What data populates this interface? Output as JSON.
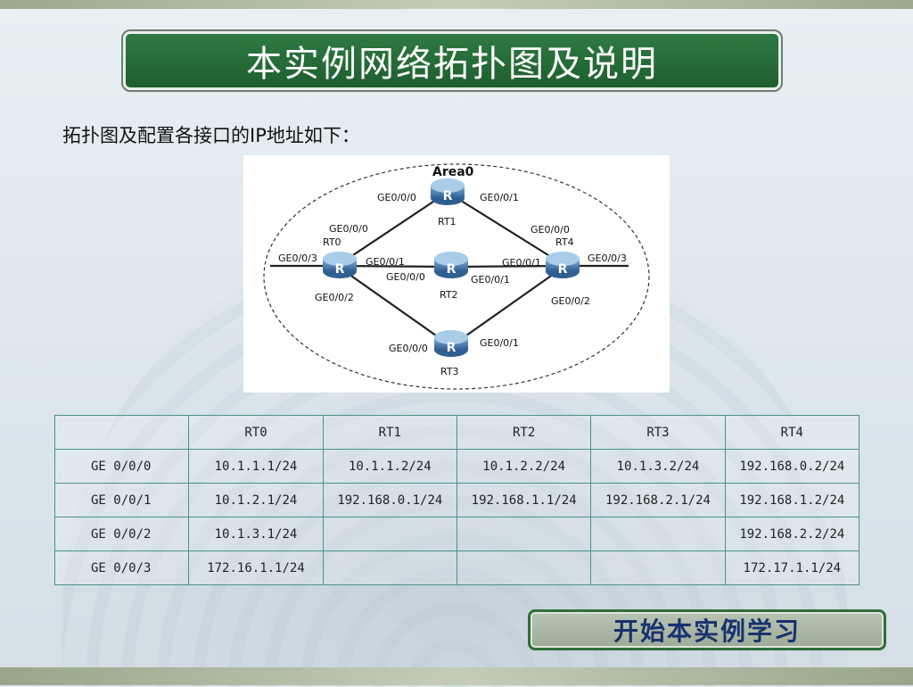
{
  "title": "本实例网络拓扑图及说明",
  "subtitle": "拓扑图及配置各接口的IP地址如下：",
  "diagram": {
    "area": "Area0",
    "routers": {
      "rt0": "RT0",
      "rt1": "RT1",
      "rt2": "RT2",
      "rt3": "RT3",
      "rt4": "RT4"
    },
    "router_glyph": "R",
    "ports": {
      "rt0_ge000": "GE0/0/0",
      "rt0_ge001": "GE0/0/1",
      "rt0_ge002": "GE0/0/2",
      "rt0_ge003": "GE0/0/3",
      "rt1_ge000": "GE0/0/0",
      "rt1_ge001": "GE0/0/1",
      "rt2_ge000": "GE0/0/0",
      "rt2_ge001": "GE0/0/1",
      "rt3_ge000": "GE0/0/0",
      "rt3_ge001": "GE0/0/1",
      "rt4_ge000": "GE0/0/0",
      "rt4_ge001": "GE0/0/1",
      "rt4_ge002": "GE0/0/2",
      "rt4_ge003": "GE0/0/3"
    }
  },
  "table": {
    "header": [
      "",
      "RT0",
      "RT1",
      "RT2",
      "RT3",
      "RT4"
    ],
    "rows": [
      [
        "GE 0/0/0",
        "10.1.1.1/24",
        "10.1.1.2/24",
        "10.1.2.2/24",
        "10.1.3.2/24",
        "192.168.0.2/24"
      ],
      [
        "GE 0/0/1",
        "10.1.2.1/24",
        "192.168.0.1/24",
        "192.168.1.1/24",
        "192.168.2.1/24",
        "192.168.1.2/24"
      ],
      [
        "GE 0/0/2",
        "10.1.3.1/24",
        "",
        "",
        "",
        "192.168.2.2/24"
      ],
      [
        "GE 0/0/3",
        "172.16.1.1/24",
        "",
        "",
        "",
        "172.17.1.1/24"
      ]
    ]
  },
  "start_button": "开始本实例学习",
  "colors": {
    "title_bg": "#2a6f3a",
    "button_text": "#17326e",
    "table_border": "#4f8f8b",
    "router_fill": "#4f86b8"
  }
}
